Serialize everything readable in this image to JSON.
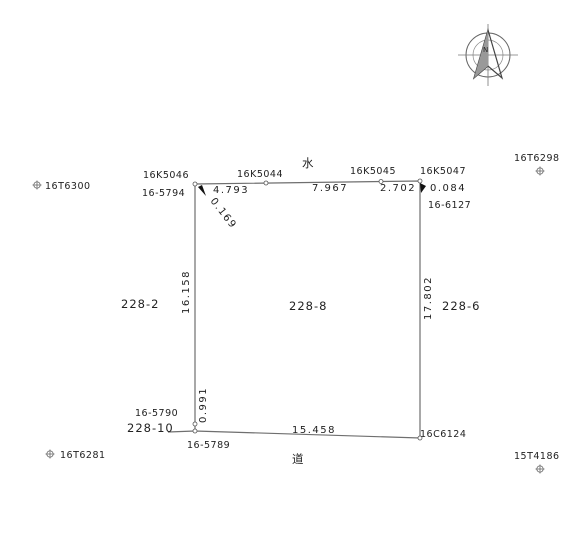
{
  "compass": {
    "north_label": "N"
  },
  "roads": {
    "water": "水",
    "road": "道"
  },
  "lots": {
    "main": "228-8",
    "left": "228-2",
    "right": "228-6",
    "bottom_left": "228-10"
  },
  "points": {
    "k5046": "16K5046",
    "k5044": "16K5044",
    "k5045": "16K5045",
    "k5047": "16K5047",
    "p5794": "16-5794",
    "p6127": "16-6127",
    "p5790": "16-5790",
    "p5789": "16-5789",
    "c6124": "16C6124"
  },
  "benchmarks": {
    "t6300": "16T6300",
    "t6298": "16T6298",
    "t6281": "16T6281",
    "t4186": "15T4186"
  },
  "dimensions": {
    "top_1": "4.793",
    "top_2": "7.967",
    "top_3": "2.702",
    "corner_tr": "0.084",
    "corner_tl": "0.169",
    "left": "16.158",
    "right": "17.802",
    "bottom": "15.458",
    "small_bl": "0.991"
  },
  "colors": {
    "line": "#6f6f6f",
    "text": "#222222"
  }
}
